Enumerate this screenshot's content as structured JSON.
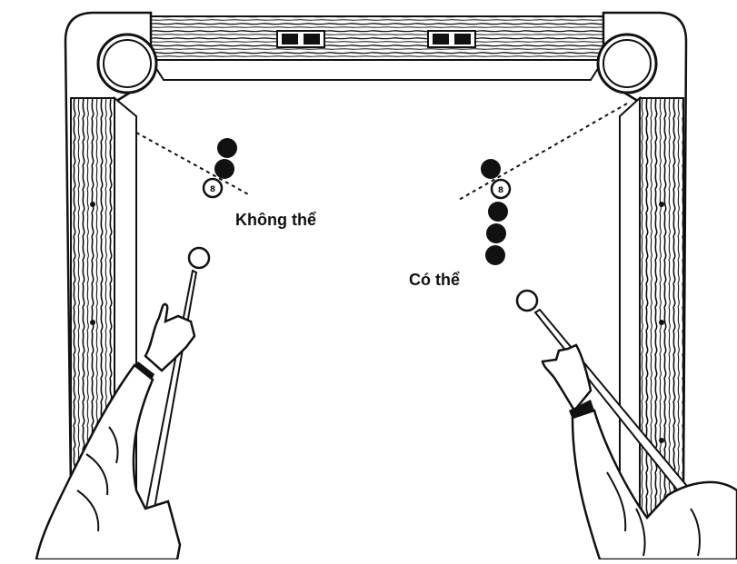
{
  "labels": {
    "left_shot": "Không thể",
    "right_shot": "Có thể"
  },
  "colors": {
    "ink": "#111111",
    "paper": "#ffffff",
    "ball_dark": "#111111",
    "cue_ball": "#ffffff"
  },
  "icons": [
    "pool-table",
    "billiard-ball",
    "cue-ball",
    "cue-stick",
    "hand",
    "sleeve"
  ],
  "balls": {
    "left_target_numbered": "8",
    "right_target_numbered": "8"
  }
}
